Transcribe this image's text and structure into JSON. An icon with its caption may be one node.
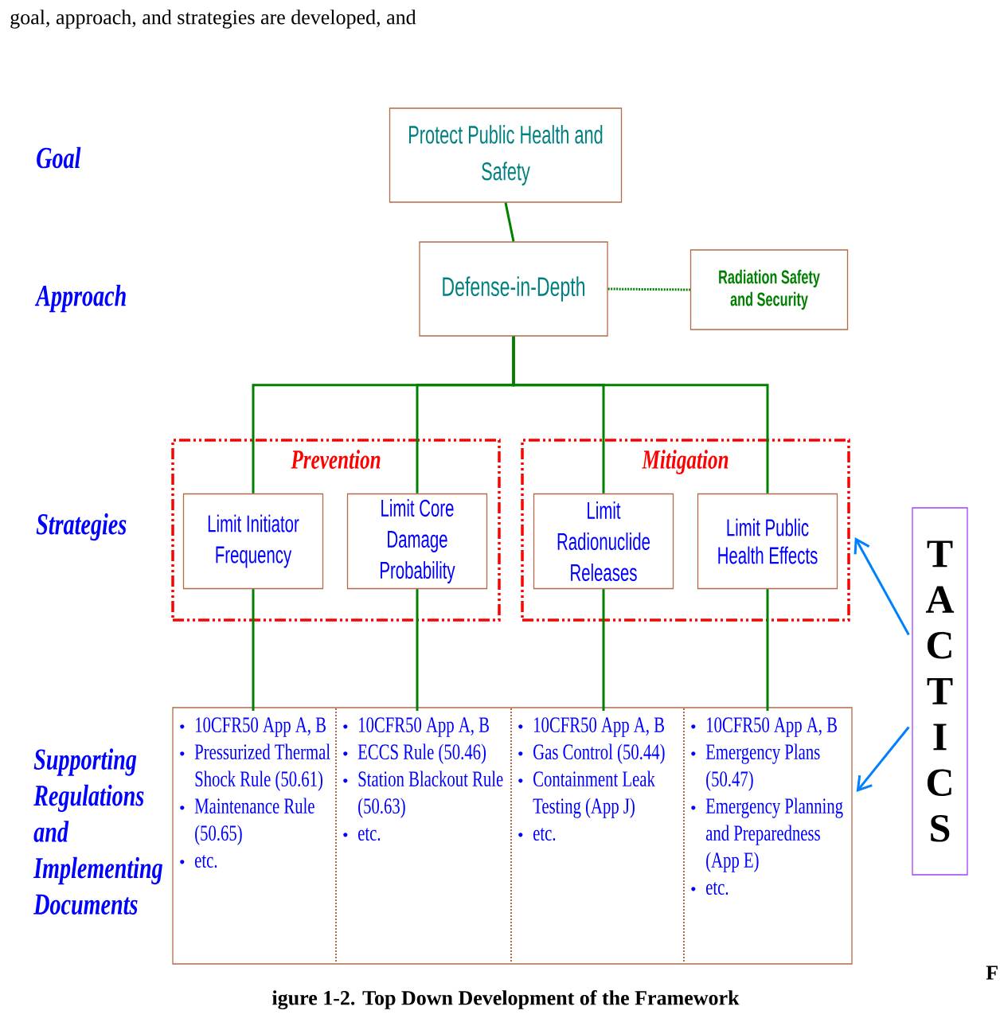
{
  "diagram": {
    "caption": "igure 1-2.  Top Down Development of the Framework",
    "nodes": [
      {
        "text": [
          "Protect Public Health and Safety"
        ]
      },
      {
        "text": [
          "Defense-in-Depth"
        ]
      },
      {
        "text": [
          "Radiation Safety and Security"
        ]
      },
      {
        "text": [
          "Prevention"
        ]
      },
      {
        "text": [
          "Limit Initiator Frequency"
        ],
        "in": 3
      },
      {
        "text": [
          "Limit Core Damage Probability"
        ],
        "in": 3
      },
      {
        "text": [
          "Mitigation"
        ]
      },
      {
        "text": [
          "Limit Radionuclide Releases"
        ],
        "in": 6
      },
      {
        "text": [
          "Limit Public Health Effects"
        ],
        "in": 6
      },
      {
        "text": [],
        "shape": "box"
      },
      {
        "text": [
          "10CFR50 App A, B",
          "Pressurized Thermal Shock Rule (50.61)",
          "Maintenance Rule (50.65)",
          "etc."
        ],
        "in": 9
      },
      {
        "text": [
          "10CFR50 App A, B",
          "ECCS Rule (50.46)",
          "Station Blackout Rule (50.63)",
          "etc."
        ],
        "in": 9
      },
      {
        "text": [
          "10CFR50 App A, B",
          "Gas Control (50.44)",
          "Containment Leak Testing (App J)",
          "etc."
        ],
        "in": 9
      },
      {
        "text": [
          "10CFR50 App A, B",
          "Emergency Plans (50.47)",
          "Emergency Planning and Preparedness (App E)",
          "etc."
        ],
        "in": 9
      },
      {
        "text": [
          "TACTICS"
        ]
      }
    ],
    "edges": [
      {
        "from": 0,
        "to": 1,
        "arrow": "none"
      },
      {
        "from": 1,
        "to": 2,
        "arrow": "none",
        "style": "dashed"
      },
      {
        "from": 1,
        "to": 4,
        "arrow": "none"
      },
      {
        "from": 1,
        "to": 5,
        "arrow": "none"
      },
      {
        "from": 1,
        "to": 7,
        "arrow": "none"
      },
      {
        "from": 1,
        "to": 8,
        "arrow": "none"
      },
      {
        "from": 4,
        "to": 10,
        "arrow": "none"
      },
      {
        "from": 5,
        "to": 11,
        "arrow": "none"
      },
      {
        "from": 7,
        "to": 12,
        "arrow": "none"
      },
      {
        "from": 8,
        "to": 13,
        "arrow": "none"
      },
      {
        "from": 14,
        "to": 6,
        "arrow": "to",
        "color": "#0080ff"
      },
      {
        "from": 14,
        "to": 9,
        "arrow": "to",
        "color": "#0080ff"
      }
    ],
    "labels": [
      "goal, approach, and strategies are developed, and",
      "Goal",
      "Approach",
      "Strategies",
      "Supporting Regulations and Implementing Documents",
      "F"
    ]
  }
}
